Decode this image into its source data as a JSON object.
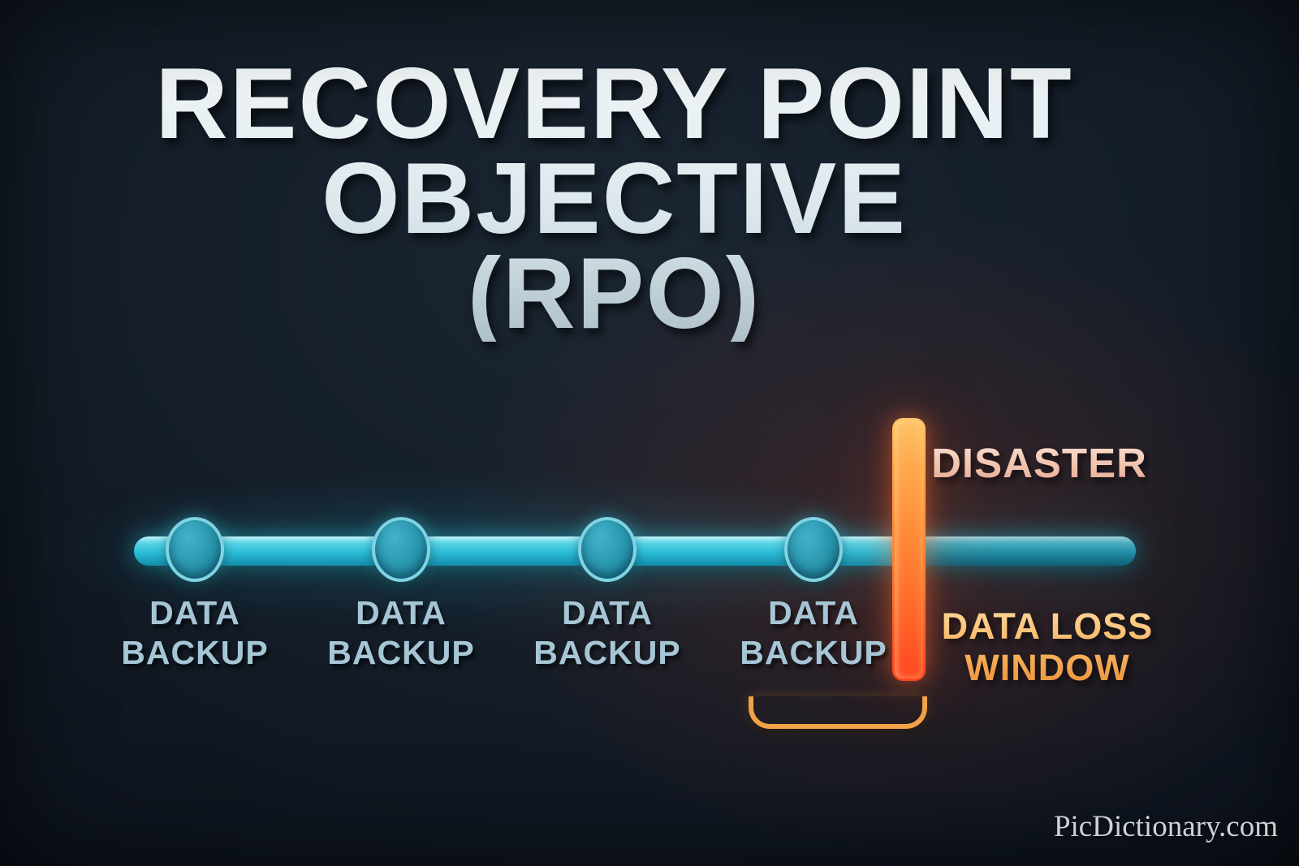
{
  "title": {
    "line1": "RECOVERY POINT",
    "line2": "OBJECTIVE",
    "line3": "(RPO)"
  },
  "timeline": {
    "backups": [
      {
        "line1": "DATA",
        "line2": "BACKUP"
      },
      {
        "line1": "DATA",
        "line2": "BACKUP"
      },
      {
        "line1": "DATA",
        "line2": "BACKUP"
      },
      {
        "line1": "DATA",
        "line2": "BACKUP"
      }
    ],
    "disaster_label": "DISASTER",
    "data_loss_window": {
      "line1": "DATA LOSS",
      "line2": "WINDOW"
    }
  },
  "watermark": "PicDictionary.com",
  "colors": {
    "background_navy": "#141d28",
    "timeline_cyan": "#2bbcd6",
    "node_teal": "#2794ab",
    "node_rim": "#7fd3e2",
    "disaster_orange_top": "#ffc468",
    "disaster_red_bottom": "#ff4520",
    "disaster_text_salmon": "#f0c0ab",
    "data_loss_amber": "#f8b25c",
    "bracket_orange": "#f2a246",
    "backup_label_blue": "#a6c6d5",
    "title_text": "#dbe7ec",
    "watermark_gray": "#ccd1d6"
  }
}
